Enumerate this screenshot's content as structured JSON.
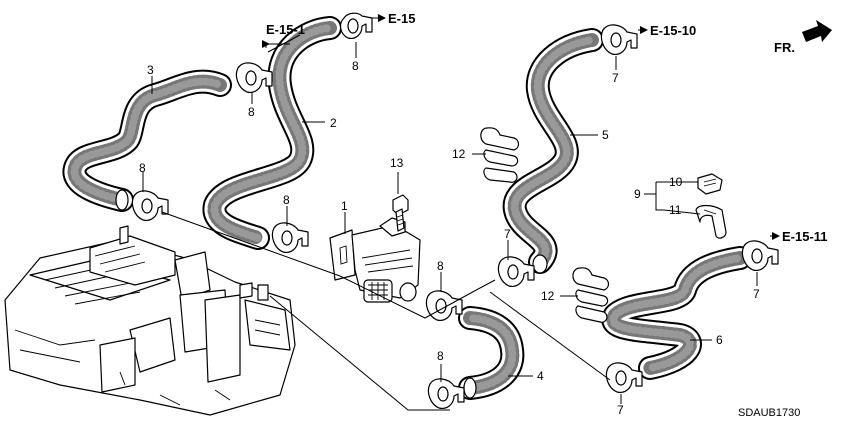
{
  "callouts": {
    "c1": "1",
    "c2": "2",
    "c3": "3",
    "c4": "4",
    "c5": "5",
    "c6": "6",
    "c7a": "7",
    "c7b": "7",
    "c7c": "7",
    "c7d": "7",
    "c8a": "8",
    "c8b": "8",
    "c8c": "8",
    "c8d": "8",
    "c8e": "8",
    "c8f": "8",
    "c9": "9",
    "c10": "10",
    "c11": "11",
    "c12a": "12",
    "c12b": "12",
    "c13": "13"
  },
  "references": {
    "e15_1": "E-15-1",
    "e15": "E-15",
    "e15_10": "E-15-10",
    "e15_11": "E-15-11"
  },
  "direction_label": "FR.",
  "drawing_code": "SDAUB1730"
}
